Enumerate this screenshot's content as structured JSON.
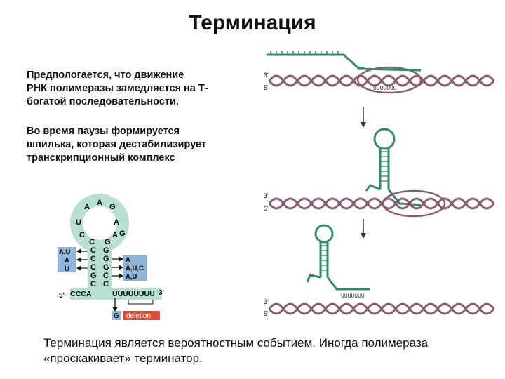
{
  "title": "Терминация",
  "paragraphs": {
    "p1": [
      "Предпологается, что движение",
      "РНК полимеразы замедляется на Т-",
      "богатой последовательности."
    ],
    "p2": [
      "Во время паузы формируется",
      "шпилька, которая дестабилизирует",
      "транскрипционный комплекс"
    ]
  },
  "footer": [
    "Терминация является вероятностным событием. Иногда полимераза",
    "«проскакивает» терминатор."
  ],
  "hairpin": {
    "loop": [
      "A",
      "A",
      "G",
      "A",
      "U",
      "G",
      "C",
      "A"
    ],
    "left_stem": [
      "C",
      "C",
      "C",
      "C",
      "G"
    ],
    "right_stem": [
      "G",
      "G",
      "G",
      "G",
      "C"
    ],
    "left_box": [
      "A,U",
      "A",
      "U"
    ],
    "right_box": [
      "A",
      "A,U,C",
      "A,U"
    ],
    "five_prime": "5'",
    "ccc": "CCC",
    "a_base": "A",
    "u_tail": "UUUUUUUU",
    "three_prime": "3'",
    "g_base": "G",
    "deletion": "deletion"
  },
  "strands": {
    "three_prime": "3'",
    "five_prime": "5'",
    "u_tail": "UUUUUUU"
  },
  "colors": {
    "rna": "#2e8b6e",
    "dna": "#8b5a6e",
    "box": "#8fb5d9",
    "deletion": "#e14b35",
    "stem": "#b7dfd2"
  }
}
